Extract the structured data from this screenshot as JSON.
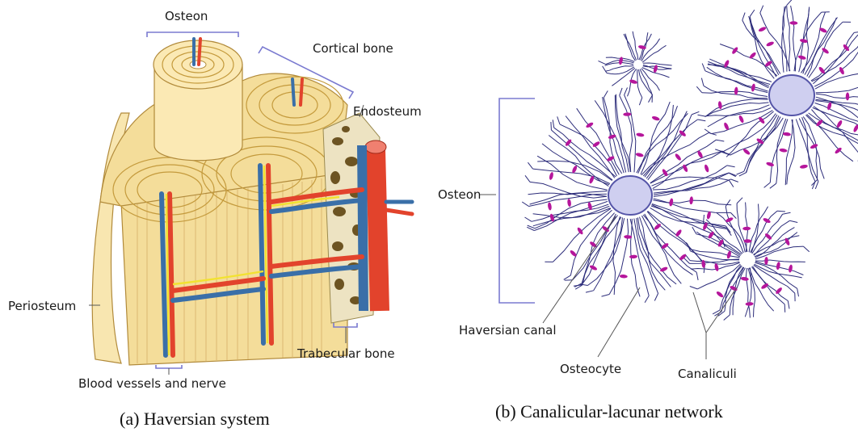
{
  "panel_a": {
    "labels": {
      "osteon": "Osteon",
      "cortical_bone": "Cortical bone",
      "endosteum": "Endosteum",
      "periosteum": "Periosteum",
      "trabecular_bone": "Trabecular bone",
      "blood_vessels_nerve": "Blood vessels and nerve"
    },
    "caption": "(a) Haversian system"
  },
  "panel_b": {
    "labels": {
      "osteon": "Osteon",
      "haversian_canal": "Haversian canal",
      "osteocyte": "Osteocyte",
      "canaliculi": "Canaliculi"
    },
    "caption": "(b) Canalicular-lacunar network"
  },
  "colors": {
    "bone": "#f4dd9a",
    "artery": "#e2432c",
    "vein": "#3a6fa8",
    "nerve": "#f2e230",
    "osteocyte": "#b5169b",
    "canaliculi": "#2c2c7a",
    "bracket": "#7a7ad0"
  }
}
